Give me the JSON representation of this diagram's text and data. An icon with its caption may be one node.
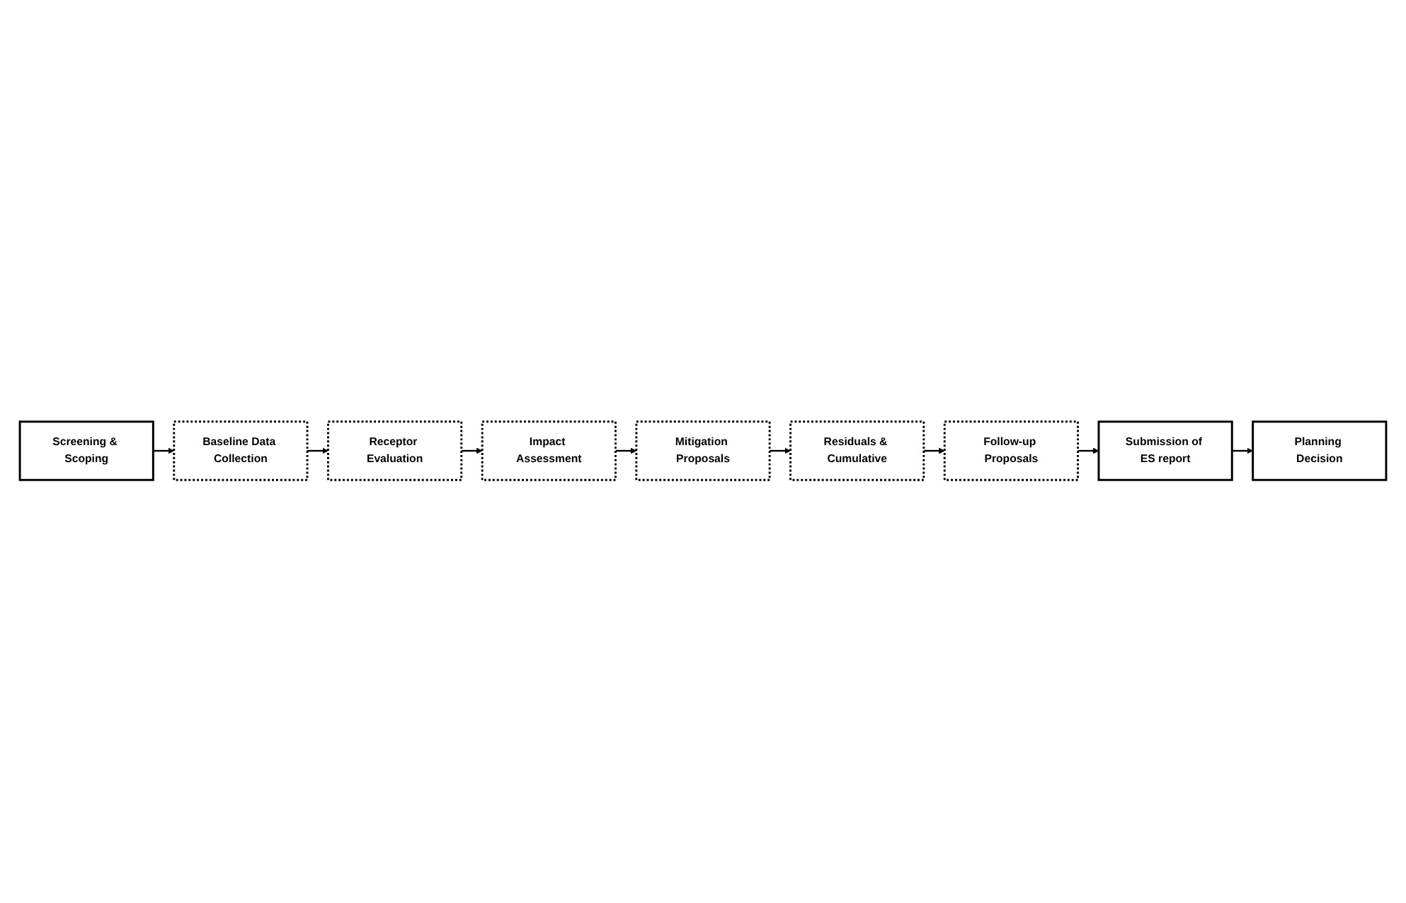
{
  "diagram": {
    "nodes": [
      {
        "text": [
          "Screening & Scoping"
        ]
      },
      {
        "text": [
          "Baseline Data Collection"
        ]
      },
      {
        "text": [
          "Receptor Evaluation"
        ]
      },
      {
        "text": [
          "Impact Assessment"
        ]
      },
      {
        "text": [
          "Mitigation Proposals"
        ]
      },
      {
        "text": [
          "Residuals & Cumulative"
        ]
      },
      {
        "text": [
          "Follow-up Proposals"
        ]
      },
      {
        "text": [
          "Submission of ES report"
        ]
      },
      {
        "text": [
          "Planning Decision"
        ]
      }
    ],
    "edges": [
      {
        "from": 0,
        "to": 1,
        "arrow": "to"
      },
      {
        "from": 1,
        "to": 2,
        "arrow": "to"
      },
      {
        "from": 2,
        "to": 3,
        "arrow": "to"
      },
      {
        "from": 3,
        "to": 4,
        "arrow": "to"
      },
      {
        "from": 4,
        "to": 5,
        "arrow": "to"
      },
      {
        "from": 5,
        "to": 6,
        "arrow": "to"
      },
      {
        "from": 6,
        "to": 7,
        "arrow": "to"
      },
      {
        "from": 7,
        "to": 8,
        "arrow": "to"
      }
    ]
  }
}
